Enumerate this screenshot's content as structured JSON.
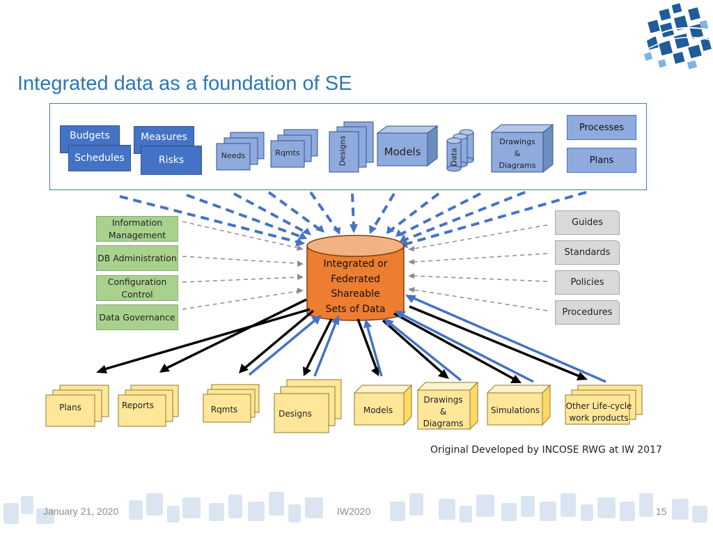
{
  "title": "Integrated data as a foundation of SE",
  "top_items": {
    "budgets": "Budgets",
    "measures": "Measures",
    "schedules": "Schedules",
    "risks": "Risks",
    "needs": "Needs",
    "rqmts": "Rqmts",
    "designs": "Designs",
    "models": "Models",
    "data": "Data",
    "drawings": [
      "Drawings",
      "&",
      "Diagrams"
    ],
    "processes": "Processes",
    "plans": "Plans"
  },
  "left_items": [
    "Information Management",
    "DB Administration",
    "Configuration Control",
    "Data Governance"
  ],
  "right_items": [
    "Guides",
    "Standards",
    "Policies",
    "Procedures"
  ],
  "center": [
    "Integrated or",
    "Federated",
    "Shareable",
    "Sets of Data"
  ],
  "outputs": {
    "plans": "Plans",
    "reports": "Reports",
    "rqmts": "Rqmts",
    "designs": "Designs",
    "models": "Models",
    "drawings": [
      "Drawings",
      "&",
      "Diagrams"
    ],
    "simulations": "Simulations",
    "lifecycle": [
      "Other Life-cycle",
      "work products"
    ]
  },
  "credit": "Original Developed by INCOSE RWG at IW 2017",
  "footer": {
    "date": "January 21, 2020",
    "event": "IW2020",
    "page": "15"
  },
  "colors": {
    "title": "#2e75b6",
    "blue_dark": "#4472c4",
    "blue_light": "#8faadc",
    "green": "#a9d18e",
    "gray": "#d9d9d9",
    "yellow": "#ffe699",
    "orange": "#ed7d31"
  }
}
